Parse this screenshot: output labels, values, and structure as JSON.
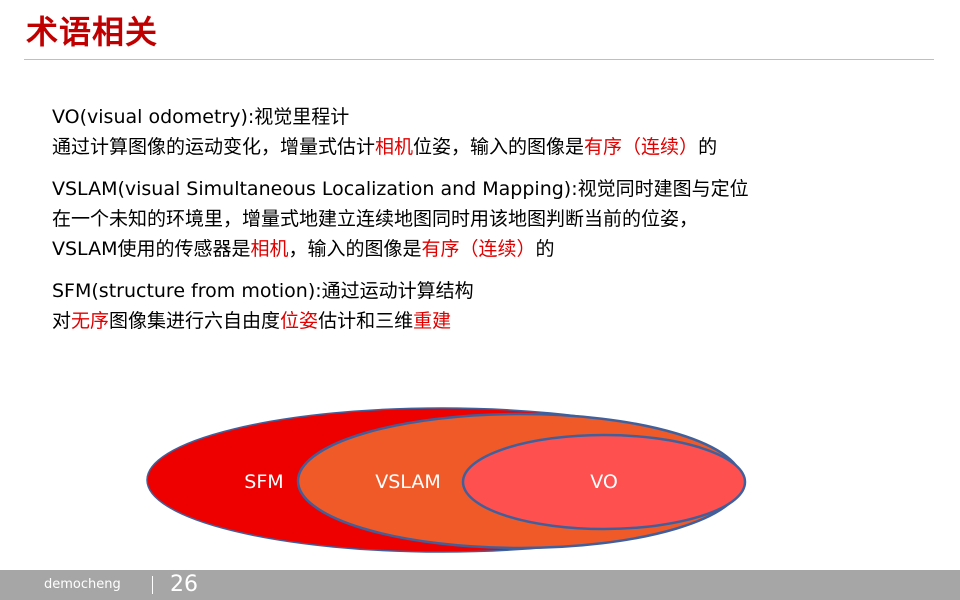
{
  "slide": {
    "title": "术语相关",
    "footer": {
      "author": "democheng",
      "page": "26"
    }
  },
  "content": {
    "vo": {
      "heading": "VO(visual odometry):视觉里程计",
      "desc": [
        {
          "text": "通过计算图像的运动变化，增量式估计",
          "red": false
        },
        {
          "text": "相机",
          "red": true
        },
        {
          "text": "位姿，输入的图像是",
          "red": false
        },
        {
          "text": "有序（连续）",
          "red": true
        },
        {
          "text": "的",
          "red": false
        }
      ]
    },
    "vslam": {
      "heading": "VSLAM(visual Simultaneous Localization and Mapping):视觉同时建图与定位",
      "desc_line1": "在一个未知的环境里，增量式地建立连续地图同时用该地图判断当前的位姿，",
      "desc_line2": [
        {
          "text": "VSLAM使用的传感器是",
          "red": false
        },
        {
          "text": "相机",
          "red": true
        },
        {
          "text": "，输入的图像是",
          "red": false
        },
        {
          "text": "有序（连续）",
          "red": true
        },
        {
          "text": "的",
          "red": false
        }
      ]
    },
    "sfm": {
      "heading": "SFM(structure from motion):通过运动计算结构",
      "desc": [
        {
          "text": "对",
          "red": false
        },
        {
          "text": "无序",
          "red": true
        },
        {
          "text": "图像集进行六自由度",
          "red": false
        },
        {
          "text": "位姿",
          "red": true
        },
        {
          "text": "估计和三维",
          "red": false
        },
        {
          "text": "重建",
          "red": true
        }
      ]
    }
  },
  "diagram": {
    "sfm_label": "SFM",
    "vslam_label": "VSLAM",
    "vo_label": "VO",
    "colors": {
      "sfm_fill": "#ee0000",
      "vslam_fill": "#f05a28",
      "vo_fill": "#ff5050",
      "outline": "#41609b",
      "accent_red": "#e00000",
      "title_red": "#c00000"
    }
  }
}
